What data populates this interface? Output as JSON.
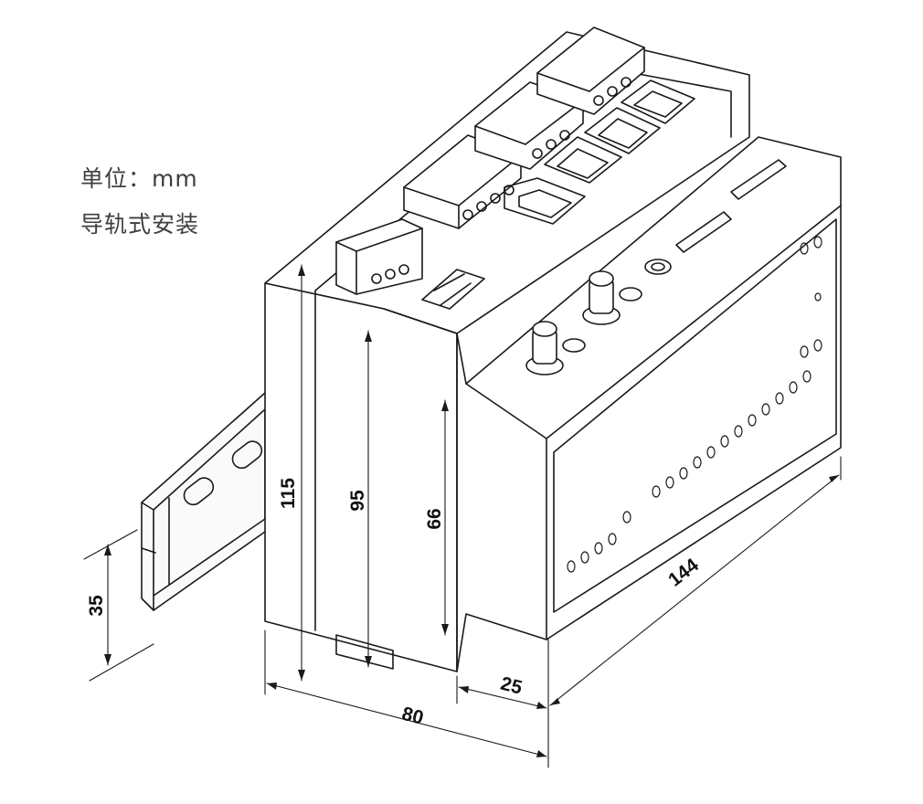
{
  "notes": {
    "unit": "单位：mm",
    "mounting": "导轨式安装"
  },
  "dimensions": {
    "overall_height": "115",
    "body_height": "95",
    "front_height": "66",
    "rail_height": "35",
    "depth": "80",
    "step_depth": "25",
    "width": "144"
  }
}
